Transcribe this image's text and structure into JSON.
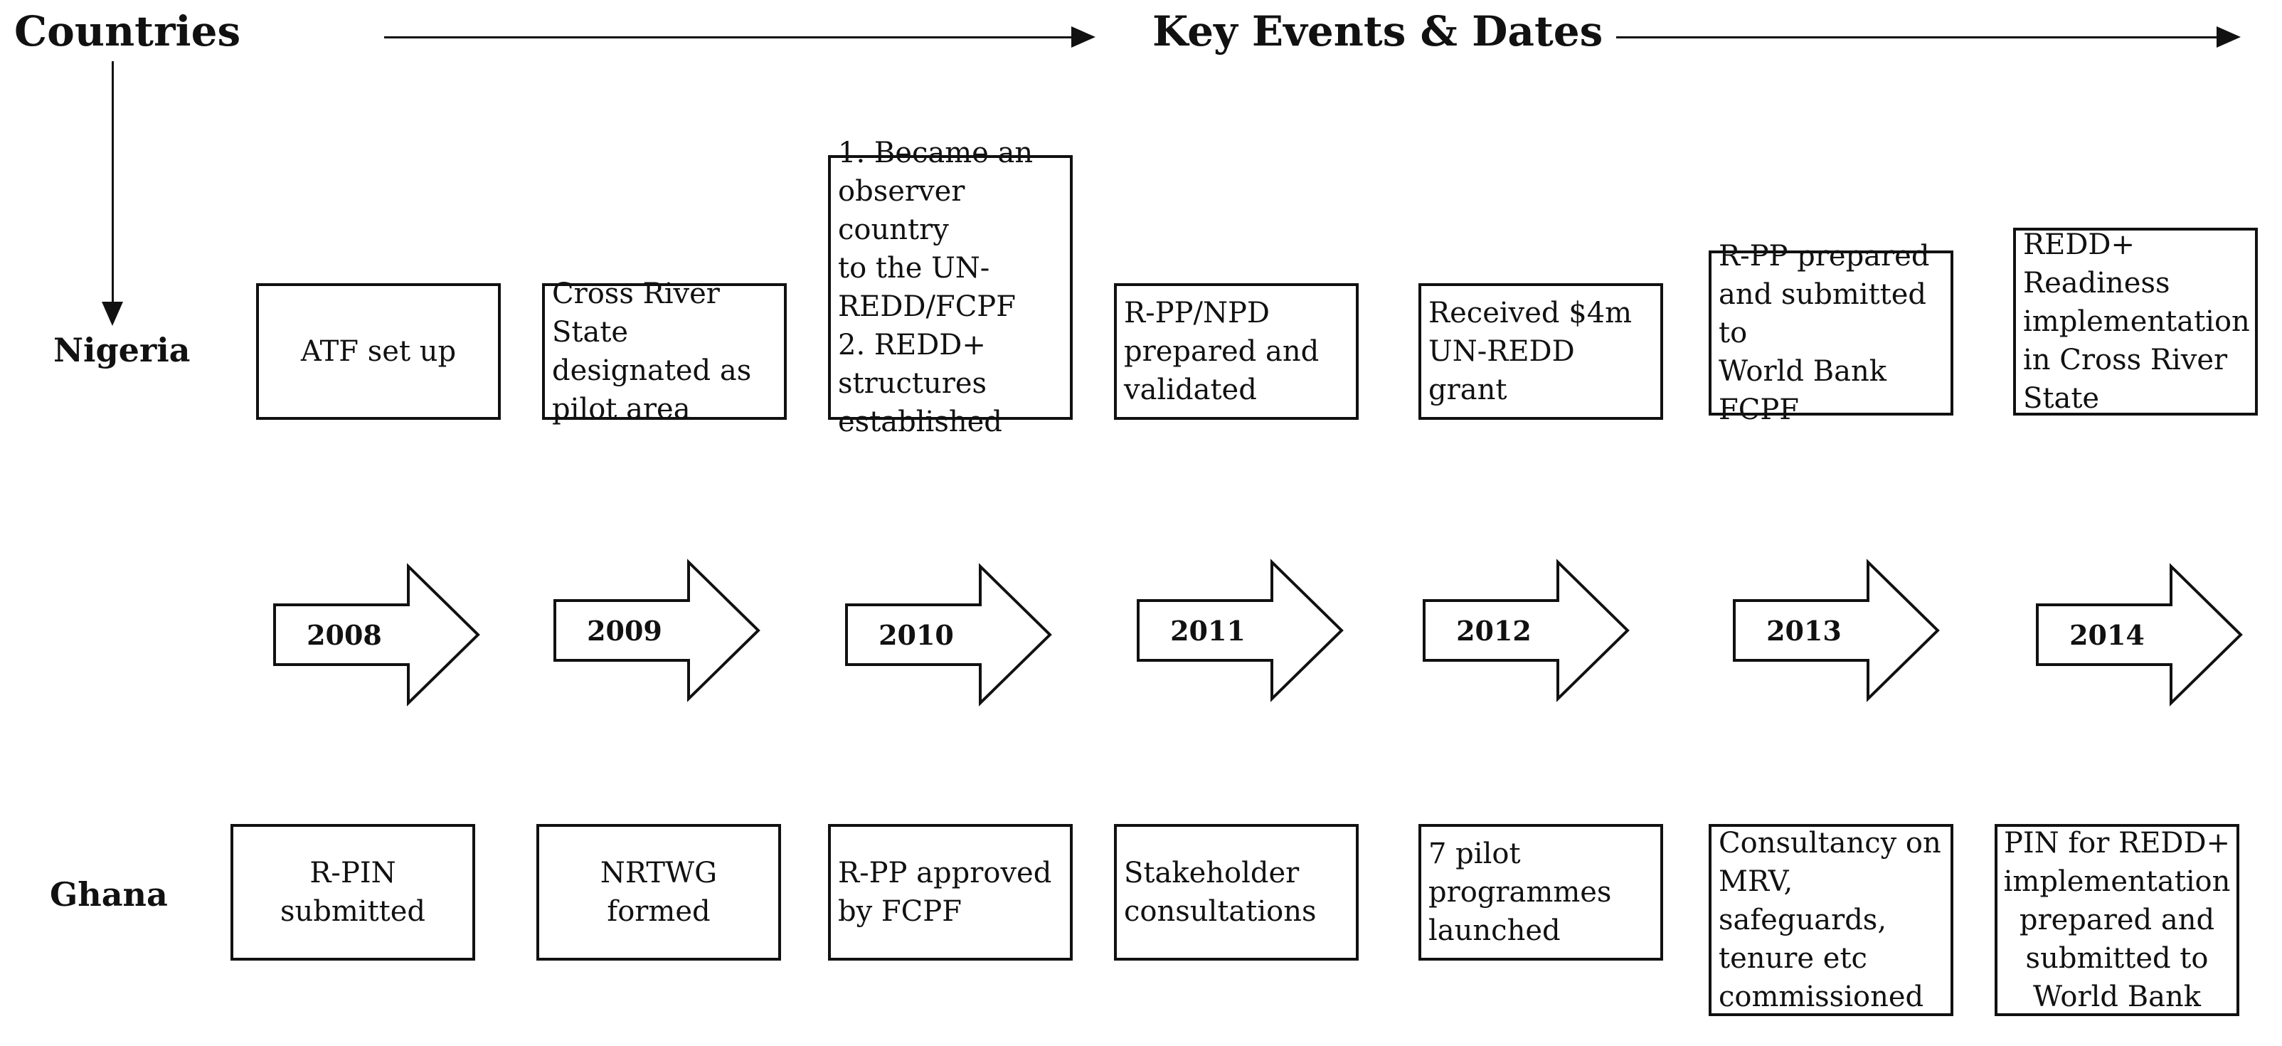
{
  "header": {
    "countries_label": "Countries",
    "events_label": "Key Events & Dates"
  },
  "rows": {
    "nigeria": "Nigeria",
    "ghana": "Ghana"
  },
  "nigeria_events": [
    "ATF set up",
    "Cross River State\ndesignated as\npilot area",
    "1. Became an\nobserver country\nto the UN-\nREDD/FCPF\n2. REDD+\nstructures\nestablished",
    "R-PP/NPD\nprepared and\nvalidated",
    "Received $4m\nUN-REDD grant",
    "R-PP prepared\nand submitted to\nWorld Bank\nFCPF",
    "REDD+\nReadiness\nimplementation\nin Cross River\nState"
  ],
  "years": [
    "2008",
    "2009",
    "2010",
    "2011",
    "2012",
    "2013",
    "2014"
  ],
  "ghana_events": [
    "R-PIN submitted",
    "NRTWG formed",
    "R-PP approved\nby FCPF",
    "Stakeholder\nconsultations",
    "7 pilot\nprogrammes\nlaunched",
    "Consultancy on\nMRV,\nsafeguards,\ntenure etc\ncommissioned",
    "PIN for REDD+\nimplementation\nprepared and\nsubmitted to\nWorld Bank"
  ]
}
